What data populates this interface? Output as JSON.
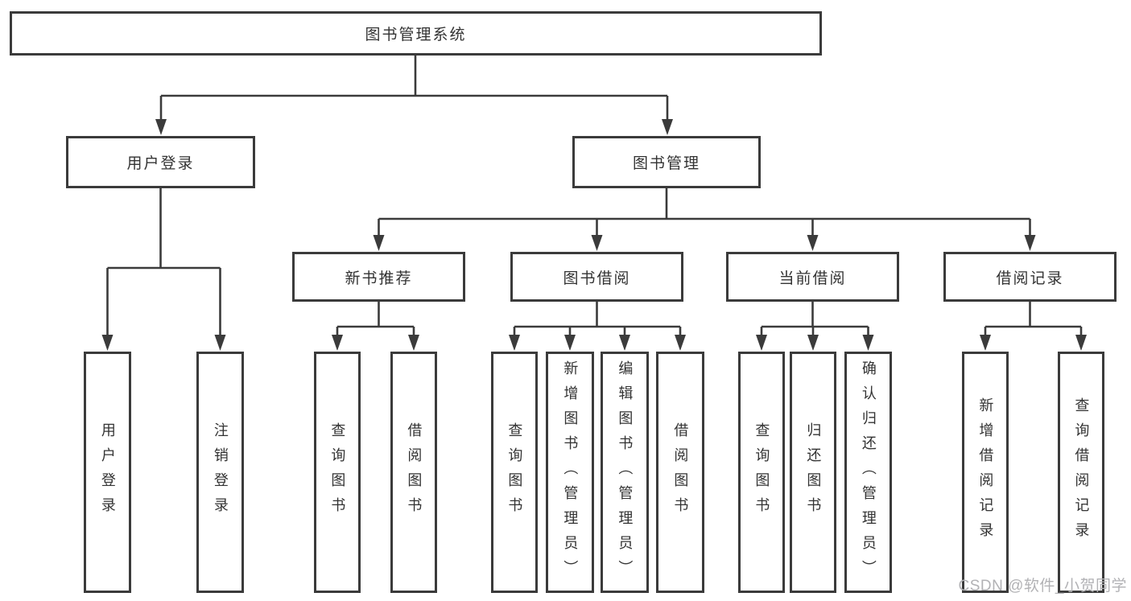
{
  "colors": {
    "line": "#3b3b3b",
    "text": "#333333",
    "background": "#ffffff",
    "watermark": "#b2b2b5"
  },
  "root": {
    "label": "图书管理系统"
  },
  "branches": [
    {
      "label": "用户登录",
      "children": [
        {
          "label": "用户登录"
        },
        {
          "label": "注销登录"
        }
      ]
    },
    {
      "label": "图书管理",
      "children": [
        {
          "label": "新书推荐",
          "children": [
            {
              "label": "查询图书"
            },
            {
              "label": "借阅图书"
            }
          ]
        },
        {
          "label": "图书借阅",
          "children": [
            {
              "label": "查询图书"
            },
            {
              "label": "新增图书（管理员）"
            },
            {
              "label": "编辑图书（管理员）"
            },
            {
              "label": "借阅图书"
            }
          ]
        },
        {
          "label": "当前借阅",
          "children": [
            {
              "label": "查询图书"
            },
            {
              "label": "归还图书"
            },
            {
              "label": "确认归还（管理员）"
            }
          ]
        },
        {
          "label": "借阅记录",
          "children": [
            {
              "label": "新增借阅记录"
            },
            {
              "label": "查询借阅记录"
            }
          ]
        }
      ]
    }
  ],
  "watermark": {
    "text": "CSDN @软件_小贺同学"
  }
}
